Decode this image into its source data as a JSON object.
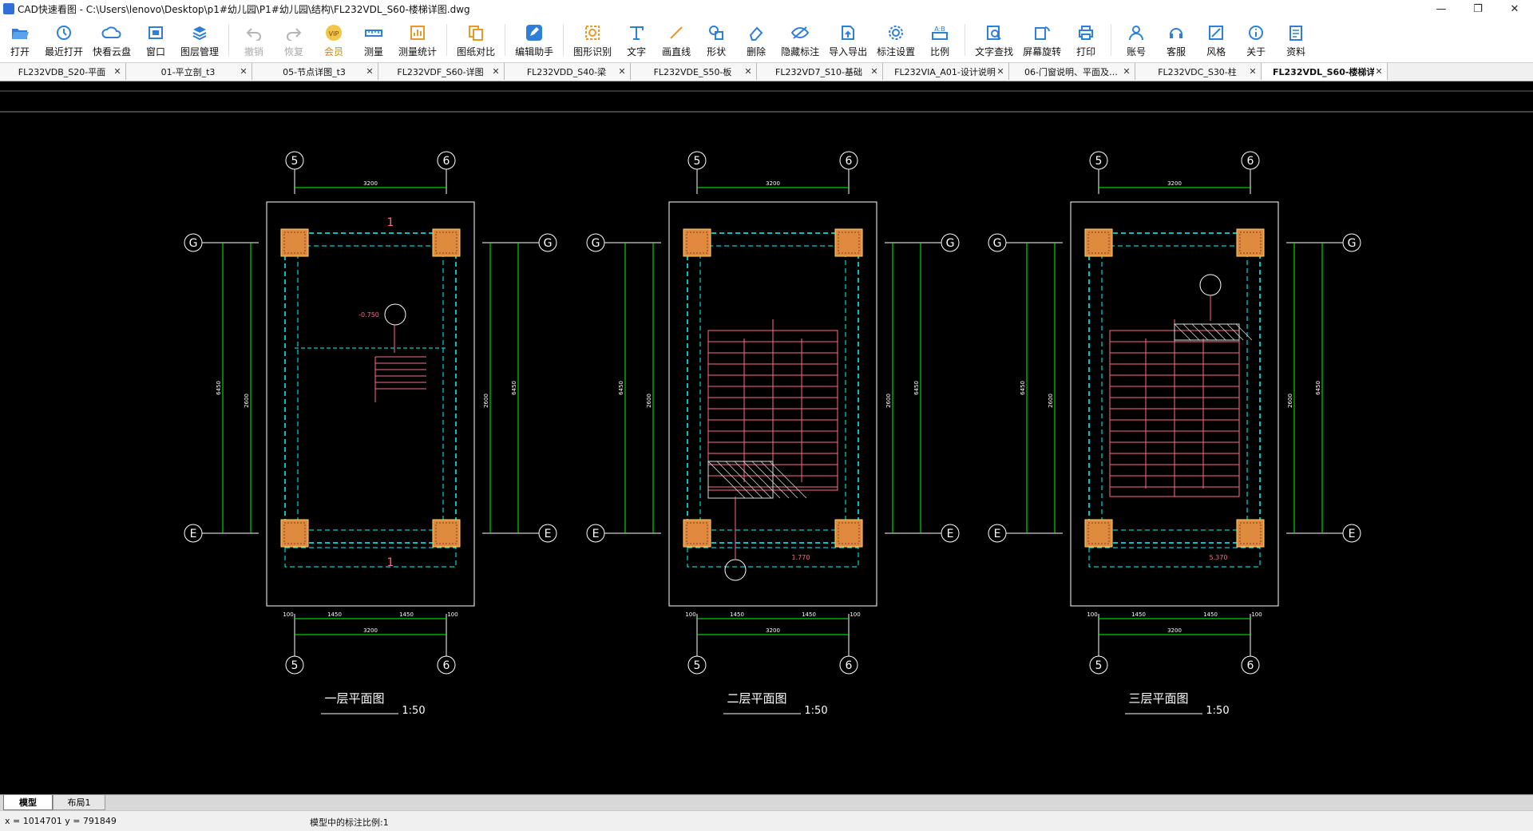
{
  "window": {
    "title": "CAD快速看图 - C:\\Users\\lenovo\\Desktop\\p1#幼儿园\\P1#幼儿园\\结构\\FL232VDL_S60-楼梯详图.dwg",
    "minimize": "—",
    "restore": "❐",
    "close": "✕"
  },
  "toolbar": {
    "open": "打开",
    "recent": "最近打开",
    "cloud": "快看云盘",
    "window": "窗口",
    "layers": "图层管理",
    "undo": "撤销",
    "redo": "恢复",
    "vip": "会员",
    "measure": "测量",
    "measure_stats": "测量统计",
    "compare": "图纸对比",
    "edit_assistant": "编辑助手",
    "shape_recognize": "图形识别",
    "text": "文字",
    "draw_line": "画直线",
    "shape": "形状",
    "delete": "删除",
    "hide_dim": "隐藏标注",
    "import_export": "导入导出",
    "dim_settings": "标注设置",
    "ratio": "比例",
    "text_search": "文字查找",
    "rotate_screen": "屏幕旋转",
    "print": "打印",
    "account": "账号",
    "service": "客服",
    "style": "风格",
    "about": "关于",
    "resources": "资料",
    "vip_badge": "VIP"
  },
  "tabs": [
    {
      "label": "FL232VDB_S20-平面"
    },
    {
      "label": "01-平立剖_t3"
    },
    {
      "label": "05-节点详图_t3"
    },
    {
      "label": "FL232VDF_S60-详图"
    },
    {
      "label": "FL232VDD_S40-梁"
    },
    {
      "label": "FL232VDE_S50-板"
    },
    {
      "label": "FL232VD7_S10-基础"
    },
    {
      "label": "FL232VIA_A01-设计说明"
    },
    {
      "label": "06-门窗说明、平面及…"
    },
    {
      "label": "FL232VDC_S30-柱"
    },
    {
      "label": "FL232VDL_S60-楼梯详"
    }
  ],
  "tab_close": "✕",
  "drawing": {
    "axis_5": "5",
    "axis_6": "6",
    "axis_g": "G",
    "axis_e": "E",
    "width_dim": "3200",
    "half_dim": "1450",
    "edge_dim": "100",
    "height_dim": "6450",
    "mid_dim": "2600",
    "plans": [
      {
        "title": "一层平面图",
        "scale": "1:50",
        "elevation": "-0.750"
      },
      {
        "title": "二层平面图",
        "scale": "1:50",
        "elevation": "1.770"
      },
      {
        "title": "三层平面图",
        "scale": "1:50",
        "elevation": "5.370"
      }
    ]
  },
  "layout_tabs": {
    "model": "模型",
    "layout1": "布局1"
  },
  "status": {
    "coords": "x = 1014701  y = 791849",
    "scale_text": "模型中的标注比例:1"
  },
  "colors": {
    "axis": "#ffffff",
    "dimension": "#00ff00",
    "beam": "#00ffff",
    "stair": "#ff6b8a",
    "column": "#e08a40"
  }
}
